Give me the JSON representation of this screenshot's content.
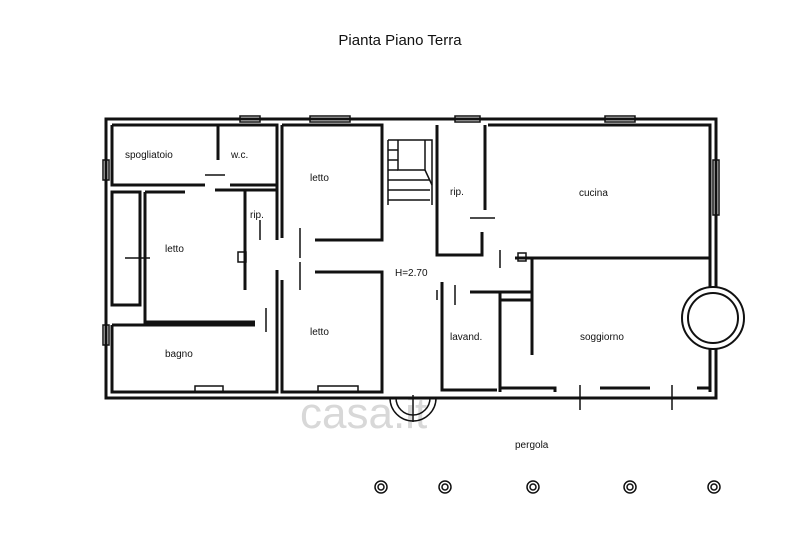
{
  "title": "Pianta Piano Terra",
  "rooms": {
    "spogliatoio": "spogliatoio",
    "wc": "w.c.",
    "letto_left": "letto",
    "rip_left": "rip.",
    "letto_top": "letto",
    "letto_bottom": "letto",
    "bagno": "bagno",
    "height": "H=2.70",
    "rip_right": "rip.",
    "cucina": "cucina",
    "lavand": "lavand.",
    "soggiorno": "soggiorno"
  },
  "pergola": "pergola",
  "watermark": "casa.it"
}
